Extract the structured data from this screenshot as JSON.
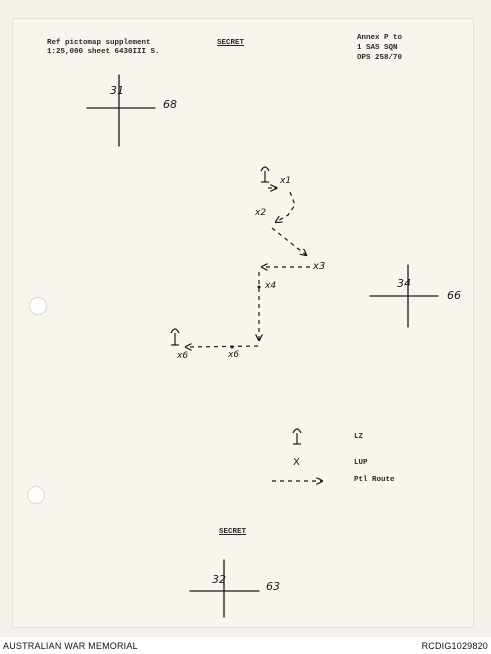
{
  "header": {
    "ref_line1": "Ref pictomap supplement",
    "ref_line2": "1:25,000 sheet 6430III S.",
    "classification_top": "SECRET",
    "annex_line1": "Annex P to",
    "annex_line2": "1 SAS SQN",
    "annex_line3": "OPS 258/70"
  },
  "grid_refs": [
    {
      "easting": "31",
      "northing": "68"
    },
    {
      "easting": "34",
      "northing": "66"
    },
    {
      "easting": "32",
      "northing": "63"
    }
  ],
  "route_labels": [
    "x1",
    "x2",
    "x3",
    "x4",
    "x6",
    "x6"
  ],
  "legend": {
    "lz_label": "LZ",
    "lup_symbol": "X",
    "lup_label": "LUP",
    "route_label": "Ptl Route"
  },
  "classification_bottom": "SECRET",
  "footer": {
    "left": "AUSTRALIAN WAR MEMORIAL",
    "right": "RCDIG1029820"
  }
}
